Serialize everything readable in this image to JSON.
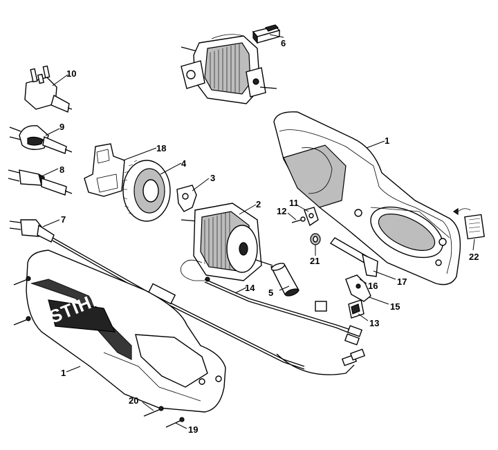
{
  "callouts": {
    "c1a": "1",
    "c1b": "1",
    "c2": "2",
    "c3": "3",
    "c4": "4",
    "c5": "5",
    "c6": "6",
    "c7": "7",
    "c8": "8",
    "c9": "9",
    "c10": "10",
    "c11": "11",
    "c12": "12",
    "c13": "13",
    "c14": "14",
    "c15": "15",
    "c16": "16",
    "c17": "17",
    "c18": "18",
    "c19": "19",
    "c20": "20",
    "c21": "21",
    "c22": "22"
  },
  "brand_text": "STIHL"
}
